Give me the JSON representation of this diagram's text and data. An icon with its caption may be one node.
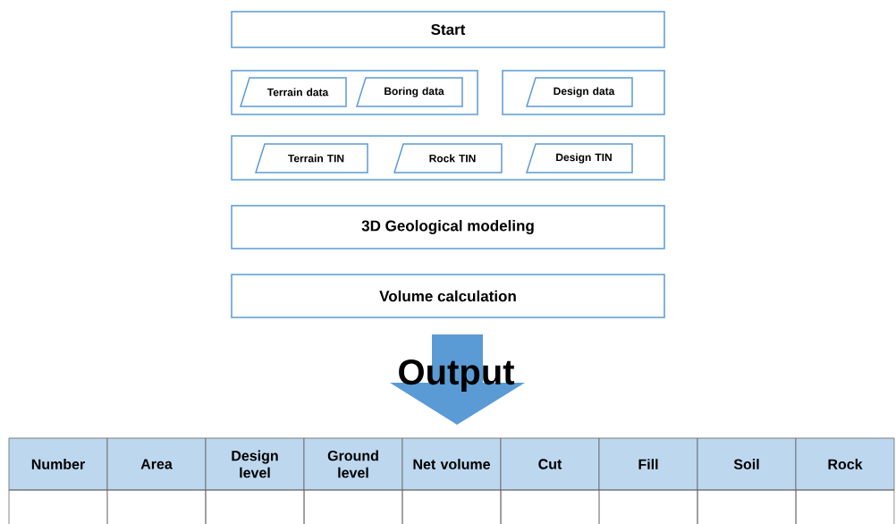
{
  "diagram": {
    "nodes": [
      {
        "text": [
          "Start"
        ]
      },
      {
        "text": [],
        "shape": "box"
      },
      {
        "text": [
          "Terrain data"
        ],
        "in": 1
      },
      {
        "text": [
          "Boring data"
        ],
        "in": 1
      },
      {
        "text": [],
        "shape": "box"
      },
      {
        "text": [
          "Design data"
        ],
        "in": 4
      },
      {
        "text": [],
        "shape": "box"
      },
      {
        "text": [
          "Terrain TIN"
        ],
        "in": 6
      },
      {
        "text": [
          "Rock TIN"
        ],
        "in": 6
      },
      {
        "text": [
          "Design TIN"
        ],
        "in": 6
      },
      {
        "text": [
          "3D Geological modeling"
        ]
      },
      {
        "text": [
          "Volume calculation"
        ]
      }
    ],
    "labels": [
      "Output",
      "Number",
      "Area",
      "Design level",
      "Ground level",
      "Net volume",
      "Cut",
      "Fill",
      "Soil",
      "Rock"
    ]
  }
}
